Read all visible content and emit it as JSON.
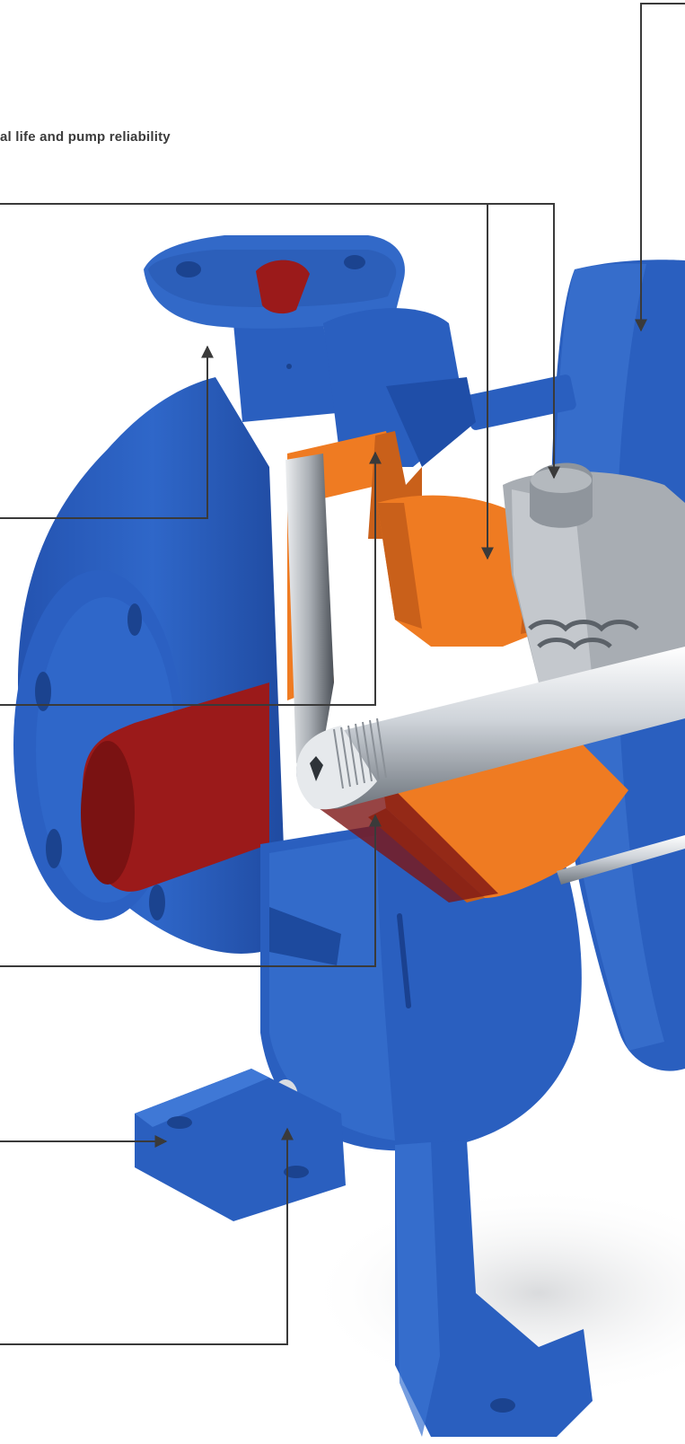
{
  "caption": {
    "text": "al life and pump reliability"
  },
  "illustration": {
    "subject": "pump",
    "view": "cutaway",
    "colors": {
      "casing": "#2a5fbf",
      "casing_light": "#3f78d6",
      "casing_dark": "#1c4595",
      "internals": "#ef7b22",
      "internals_dark": "#c9601a",
      "seal_housing": "#a8adb3",
      "seal_housing_dark": "#7d838a",
      "shaft": "#d9dde2",
      "port_interior": "#9b1a1a",
      "leader_line": "#3a3a3a",
      "background": "#ffffff"
    }
  },
  "callouts": [
    {
      "name": "callout-top-right",
      "target": "motor-adapter"
    },
    {
      "name": "callout-seal-chamber-top",
      "target": "seal-chamber"
    },
    {
      "name": "callout-seal-gland",
      "target": "seal-gland"
    },
    {
      "name": "callout-discharge-flange",
      "target": "discharge-flange"
    },
    {
      "name": "callout-backplate",
      "target": "backplate"
    },
    {
      "name": "callout-impeller-nose",
      "target": "impeller"
    },
    {
      "name": "callout-foot",
      "target": "casing-foot"
    },
    {
      "name": "callout-drain-plug",
      "target": "drain-plug"
    }
  ]
}
